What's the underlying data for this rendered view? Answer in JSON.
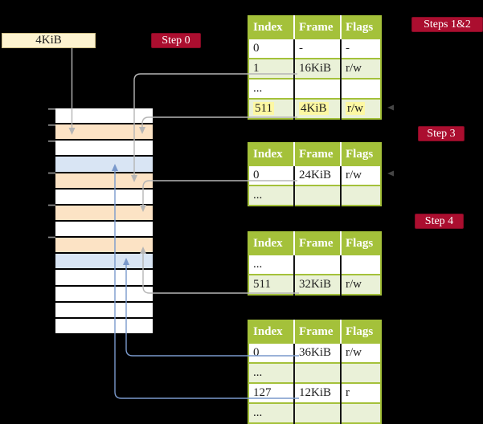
{
  "colors": {
    "green": "#a4c13a",
    "cellgreen": "#eaf1d8",
    "peach": "#fce3c5",
    "blue": "#d9e5f4",
    "cream": "#fdf3d0",
    "crimson": "#ab0e2f",
    "yellowhl": "#fdf8a3",
    "congray": "#b6b6b6",
    "conblue": "#7a99cc",
    "tickgray": "#8f8f8f",
    "ink": "#1c1c1c"
  },
  "page_box": {
    "label": "4KiB"
  },
  "steps": {
    "step0": {
      "label": "Step 0"
    },
    "steps12": {
      "label": "Steps 1&2"
    },
    "step3": {
      "label": "Step 3"
    },
    "step4": {
      "label": "Step 4"
    }
  },
  "memory": {
    "rows": [
      "white",
      "peach",
      "white",
      "blue",
      "peach",
      "white",
      "peach",
      "white",
      "peach",
      "blue",
      "white",
      "white",
      "white",
      "white"
    ]
  },
  "tables": [
    {
      "headers": [
        "Index",
        "Frame",
        "Flags"
      ],
      "rows": [
        {
          "index": "0",
          "frame": "-",
          "flags": "-",
          "highlight": false
        },
        {
          "index": "1",
          "frame": "16KiB",
          "flags": "r/w",
          "highlight": false
        },
        {
          "index": "...",
          "frame": "",
          "flags": "",
          "highlight": false
        },
        {
          "index": "511",
          "frame": "4KiB",
          "flags": "r/w",
          "highlight": true
        }
      ]
    },
    {
      "headers": [
        "Index",
        "Frame",
        "Flags"
      ],
      "rows": [
        {
          "index": "0",
          "frame": "24KiB",
          "flags": "r/w",
          "highlight": false
        },
        {
          "index": "...",
          "frame": "",
          "flags": "",
          "highlight": false
        }
      ]
    },
    {
      "headers": [
        "Index",
        "Frame",
        "Flags"
      ],
      "rows": [
        {
          "index": "...",
          "frame": "",
          "flags": "",
          "highlight": false
        },
        {
          "index": "511",
          "frame": "32KiB",
          "flags": "r/w",
          "highlight": false
        }
      ]
    },
    {
      "headers": [
        "Index",
        "Frame",
        "Flags"
      ],
      "rows": [
        {
          "index": "0",
          "frame": "36KiB",
          "flags": "r/w",
          "highlight": false
        },
        {
          "index": "...",
          "frame": "",
          "flags": "",
          "highlight": false
        },
        {
          "index": "127",
          "frame": "12KiB",
          "flags": "r",
          "highlight": false
        },
        {
          "index": "...",
          "frame": "",
          "flags": "",
          "highlight": false
        }
      ]
    }
  ],
  "connectors": [
    {
      "from": "page-size-box 4KiB",
      "to": "memory row 2 (page at 4KiB)",
      "color": "gray"
    },
    {
      "from": "table1 entry 1 frame 16KiB",
      "to": "memory row 5 (page at 16KiB)",
      "color": "gray"
    },
    {
      "from": "table1 entry 511 frame 4KiB",
      "to": "memory row 2 (page at 4KiB)",
      "color": "gray"
    },
    {
      "from": "table2 entry 0 frame 24KiB",
      "to": "memory row 7 (page at 24KiB)",
      "color": "gray"
    },
    {
      "from": "table3 entry 511 frame 32KiB",
      "to": "memory row 9 (page at 32KiB)",
      "color": "gray"
    },
    {
      "from": "table4 entry 0 frame 36KiB",
      "to": "memory row 10 (page at 36KiB)",
      "color": "blue"
    },
    {
      "from": "table4 entry 127 frame 12KiB",
      "to": "memory row 4 (page at 12KiB)",
      "color": "blue"
    }
  ],
  "entry_markers": [
    {
      "at": "table1 row 511 right edge"
    },
    {
      "at": "table2 row 0 right edge"
    }
  ]
}
